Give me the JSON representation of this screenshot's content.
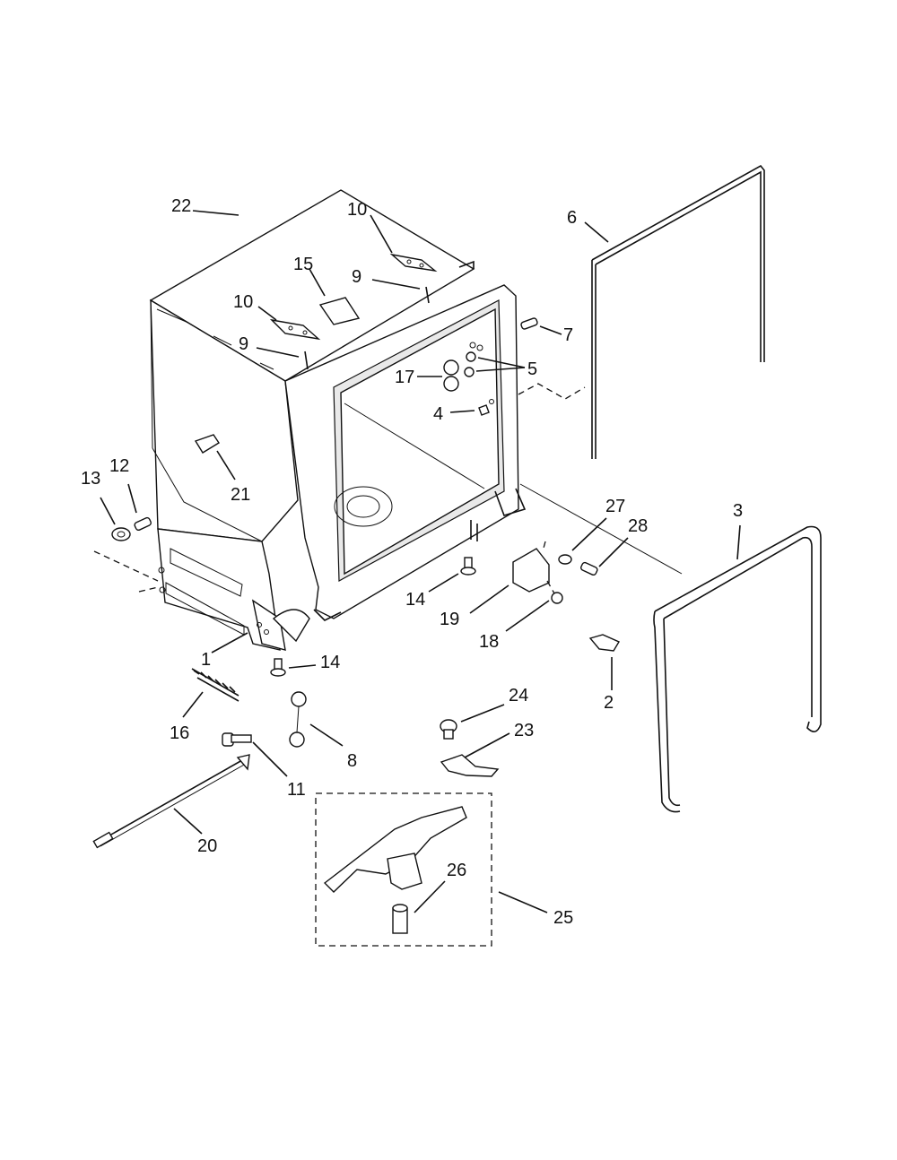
{
  "callouts": [
    {
      "id": "c22",
      "text": "22"
    },
    {
      "id": "c10a",
      "text": "10"
    },
    {
      "id": "c15",
      "text": "15"
    },
    {
      "id": "c9a",
      "text": "9"
    },
    {
      "id": "c10b",
      "text": "10"
    },
    {
      "id": "c9b",
      "text": "9"
    },
    {
      "id": "c6",
      "text": "6"
    },
    {
      "id": "c7",
      "text": "7"
    },
    {
      "id": "c17",
      "text": "17"
    },
    {
      "id": "c5",
      "text": "5"
    },
    {
      "id": "c4",
      "text": "4"
    },
    {
      "id": "c21",
      "text": "21"
    },
    {
      "id": "c13",
      "text": "13"
    },
    {
      "id": "c12",
      "text": "12"
    },
    {
      "id": "c3",
      "text": "3"
    },
    {
      "id": "c27",
      "text": "27"
    },
    {
      "id": "c28",
      "text": "28"
    },
    {
      "id": "c14a",
      "text": "14"
    },
    {
      "id": "c19",
      "text": "19"
    },
    {
      "id": "c18",
      "text": "18"
    },
    {
      "id": "c1",
      "text": "1"
    },
    {
      "id": "c14b",
      "text": "14"
    },
    {
      "id": "c2",
      "text": "2"
    },
    {
      "id": "c16",
      "text": "16"
    },
    {
      "id": "c8",
      "text": "8"
    },
    {
      "id": "c24",
      "text": "24"
    },
    {
      "id": "c23",
      "text": "23"
    },
    {
      "id": "c11",
      "text": "11"
    },
    {
      "id": "c20",
      "text": "20"
    },
    {
      "id": "c26",
      "text": "26"
    },
    {
      "id": "c25",
      "text": "25"
    }
  ]
}
